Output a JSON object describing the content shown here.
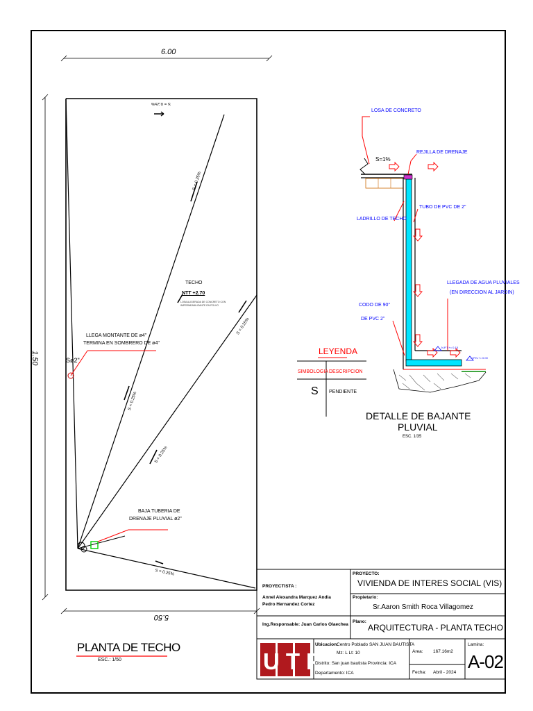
{
  "plan": {
    "dim_top": "6.00",
    "dim_bottom": "5.50",
    "dim_left": "1.50",
    "slope_top": "S = 0.25%",
    "slope_diag1": "S = 0.25%",
    "slope_diag2": "S = 0.25%",
    "slope_mid": "S = 0.25%",
    "slope_lower": "S = 0.25%",
    "slope_bottom": "S = 0.25%",
    "techo_label": "TECHO",
    "npt": "NTT +2.70",
    "losa_note_1": "LOSA ALIGERADA DE CONCRETO CON",
    "losa_note_2": "IMPERMEABILIZANTE EN POLVO",
    "montante_1": "LLEGA MONTANTE DE ø4\"",
    "montante_2": "TERMINA EN SOMBRERO DE ø4\"",
    "s2": "Sø2\"",
    "baja_1": "BAJA TUBERIA DE",
    "baja_2": "DRENAJE PLUVIAL ø2\"",
    "title": "PLANTA DE TECHO",
    "scale": "ESC.: 1/50"
  },
  "legend": {
    "title": "LEYENDA",
    "col1": "SIMBOLOGIA",
    "col2": "DESCRIPCION",
    "symbol": "S",
    "desc": "PENDIENTE"
  },
  "detail": {
    "losa": "LOSA DE CONCRETO",
    "s1": "S=1%",
    "rejilla": "REJILLA DE DRENAJE",
    "ladrillo": "LADRILLO  DE TECHO",
    "tubo": "TUBO DE PVC DE 2\"",
    "codo_1": "CODO DE 90°",
    "codo_2": "DE PVC 2\"",
    "llegada_1": "LLEGADA DE AGUA PLUVIALES",
    "llegada_2": "(EN DIRECCION AL JARDIN)",
    "npt1": "N.P.T.+= 0.15",
    "npt2": "N.P.N.+= 0.00",
    "title_1": "DETALLE DE BAJANTE",
    "title_2": "PLUVIAL",
    "scale": "ESC.      1/35"
  },
  "titleblock": {
    "proyectista_label": "PROYECTISTA :",
    "proyectista_1": "Annel Alexandra Marquez Andia",
    "proyectista_2": "Pedro Hernandez Cortez",
    "ing": "Ing.Responsable: Juan Carlos Olaechea",
    "proyecto_label": "PROYECTO:",
    "proyecto": "VIVIENDA DE INTERES SOCIAL (VIS)",
    "propietario_label": "Propietario:",
    "propietario": "Sr.Aaron Smith Roca Villagomez",
    "plano_label": "Plano:",
    "plano": "ARQUITECTURA - PLANTA TECHO",
    "logo": "UTP",
    "ubicacion_label": "Ubicacion:",
    "ubicacion_1": "Centro Poblado SAN JUAN BAUTISTA",
    "ubicacion_2": "Mz: L    Lt: 10",
    "distrito": "Distrito: San juan bautista    Provincia: ICA",
    "departamento": "Departamento: ICA",
    "area_label": "Area:",
    "area": "167.16m2",
    "fecha_label": "Fecha:",
    "fecha": "Abril - 2024",
    "lamina_label": "Lamina:",
    "lamina": "A-02"
  },
  "colors": {
    "accent_red": "#ff0000",
    "accent_blue": "#0000ff",
    "pipe_cyan": "#00e5ff",
    "logo_red": "#b0191e"
  }
}
